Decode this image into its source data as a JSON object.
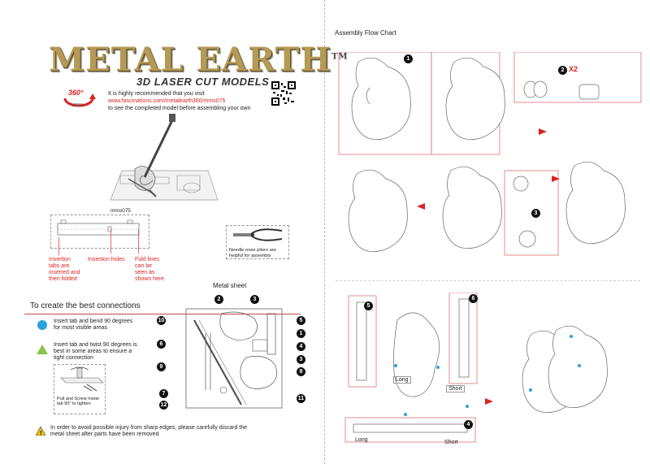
{
  "brand": {
    "name": "METAL EARTH",
    "tm": "TM",
    "subtitle": "3D LASER CUT MODELS"
  },
  "badge": {
    "deg": "360°",
    "text": "view"
  },
  "info": {
    "line1": "It is highly recommended that you visit",
    "url": "www.fascinations.com/metalearth360/mms075",
    "line3": "to see the completed model before assembling your own"
  },
  "model_code": "mms075",
  "insertion": {
    "tabs": "Insertion tabs are inserted and then folded",
    "holes": "Insertion holes",
    "fold": "Fold lines can be seen as shown here"
  },
  "pliers_note": "Needle nose pliers are helpful for assembly",
  "connections": {
    "title": "To create the best connections",
    "tip1": "Insert tab and bend 90 degrees for most visible areas",
    "tip2": "Insert tab and twist 90 degrees is best in some areas to ensure a tight connection",
    "twist_caption": "Pull and Screw metal tab 90° to tighten"
  },
  "metal_sheet": {
    "title": "Metal sheet",
    "labels": [
      "2",
      "3",
      "5",
      "1",
      "10",
      "6",
      "4",
      "9",
      "3",
      "8",
      "7",
      "12",
      "11"
    ]
  },
  "warning": "In order to avoid possible injury from sharp edges, please carefully discard the metal sheet after parts have been removed",
  "flow": {
    "title": "Assembly Flow Chart",
    "x2": "X2",
    "long": "Long",
    "short": "Short",
    "steps": [
      "1",
      "2",
      "3",
      "4",
      "5",
      "6"
    ]
  },
  "colors": {
    "accent": "#d22222",
    "box": "#e07070",
    "dot": "#2aa0dc",
    "tri": "#8bc34a"
  }
}
